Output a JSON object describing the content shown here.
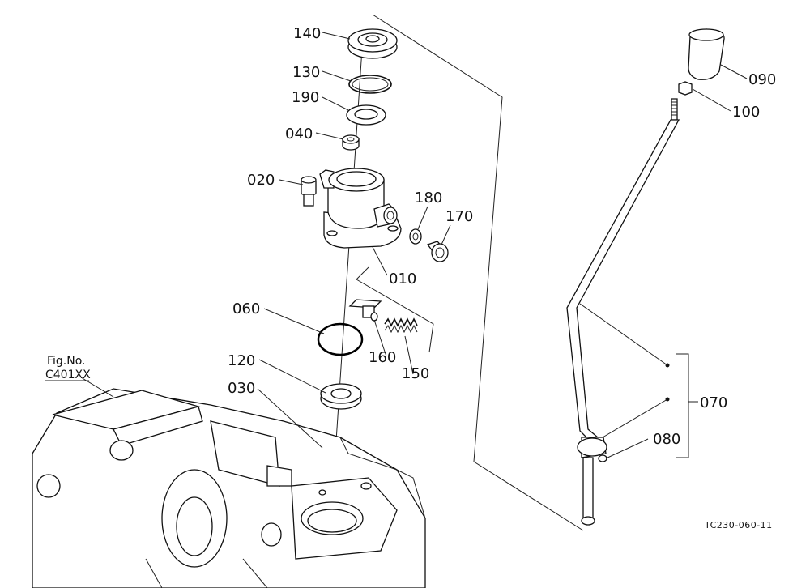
{
  "figure_ref": {
    "line1": "Fig.No.",
    "line2": "C401XX"
  },
  "drawing_code": "TC230-060-11",
  "callouts": {
    "p140": "140",
    "p130": "130",
    "p190": "190",
    "p040": "040",
    "p020": "020",
    "p180": "180",
    "p170": "170",
    "p010": "010",
    "p060": "060",
    "p160": "160",
    "p150": "150",
    "p120": "120",
    "p030": "030",
    "p090": "090",
    "p100": "100",
    "p070": "070",
    "p080": "080"
  }
}
